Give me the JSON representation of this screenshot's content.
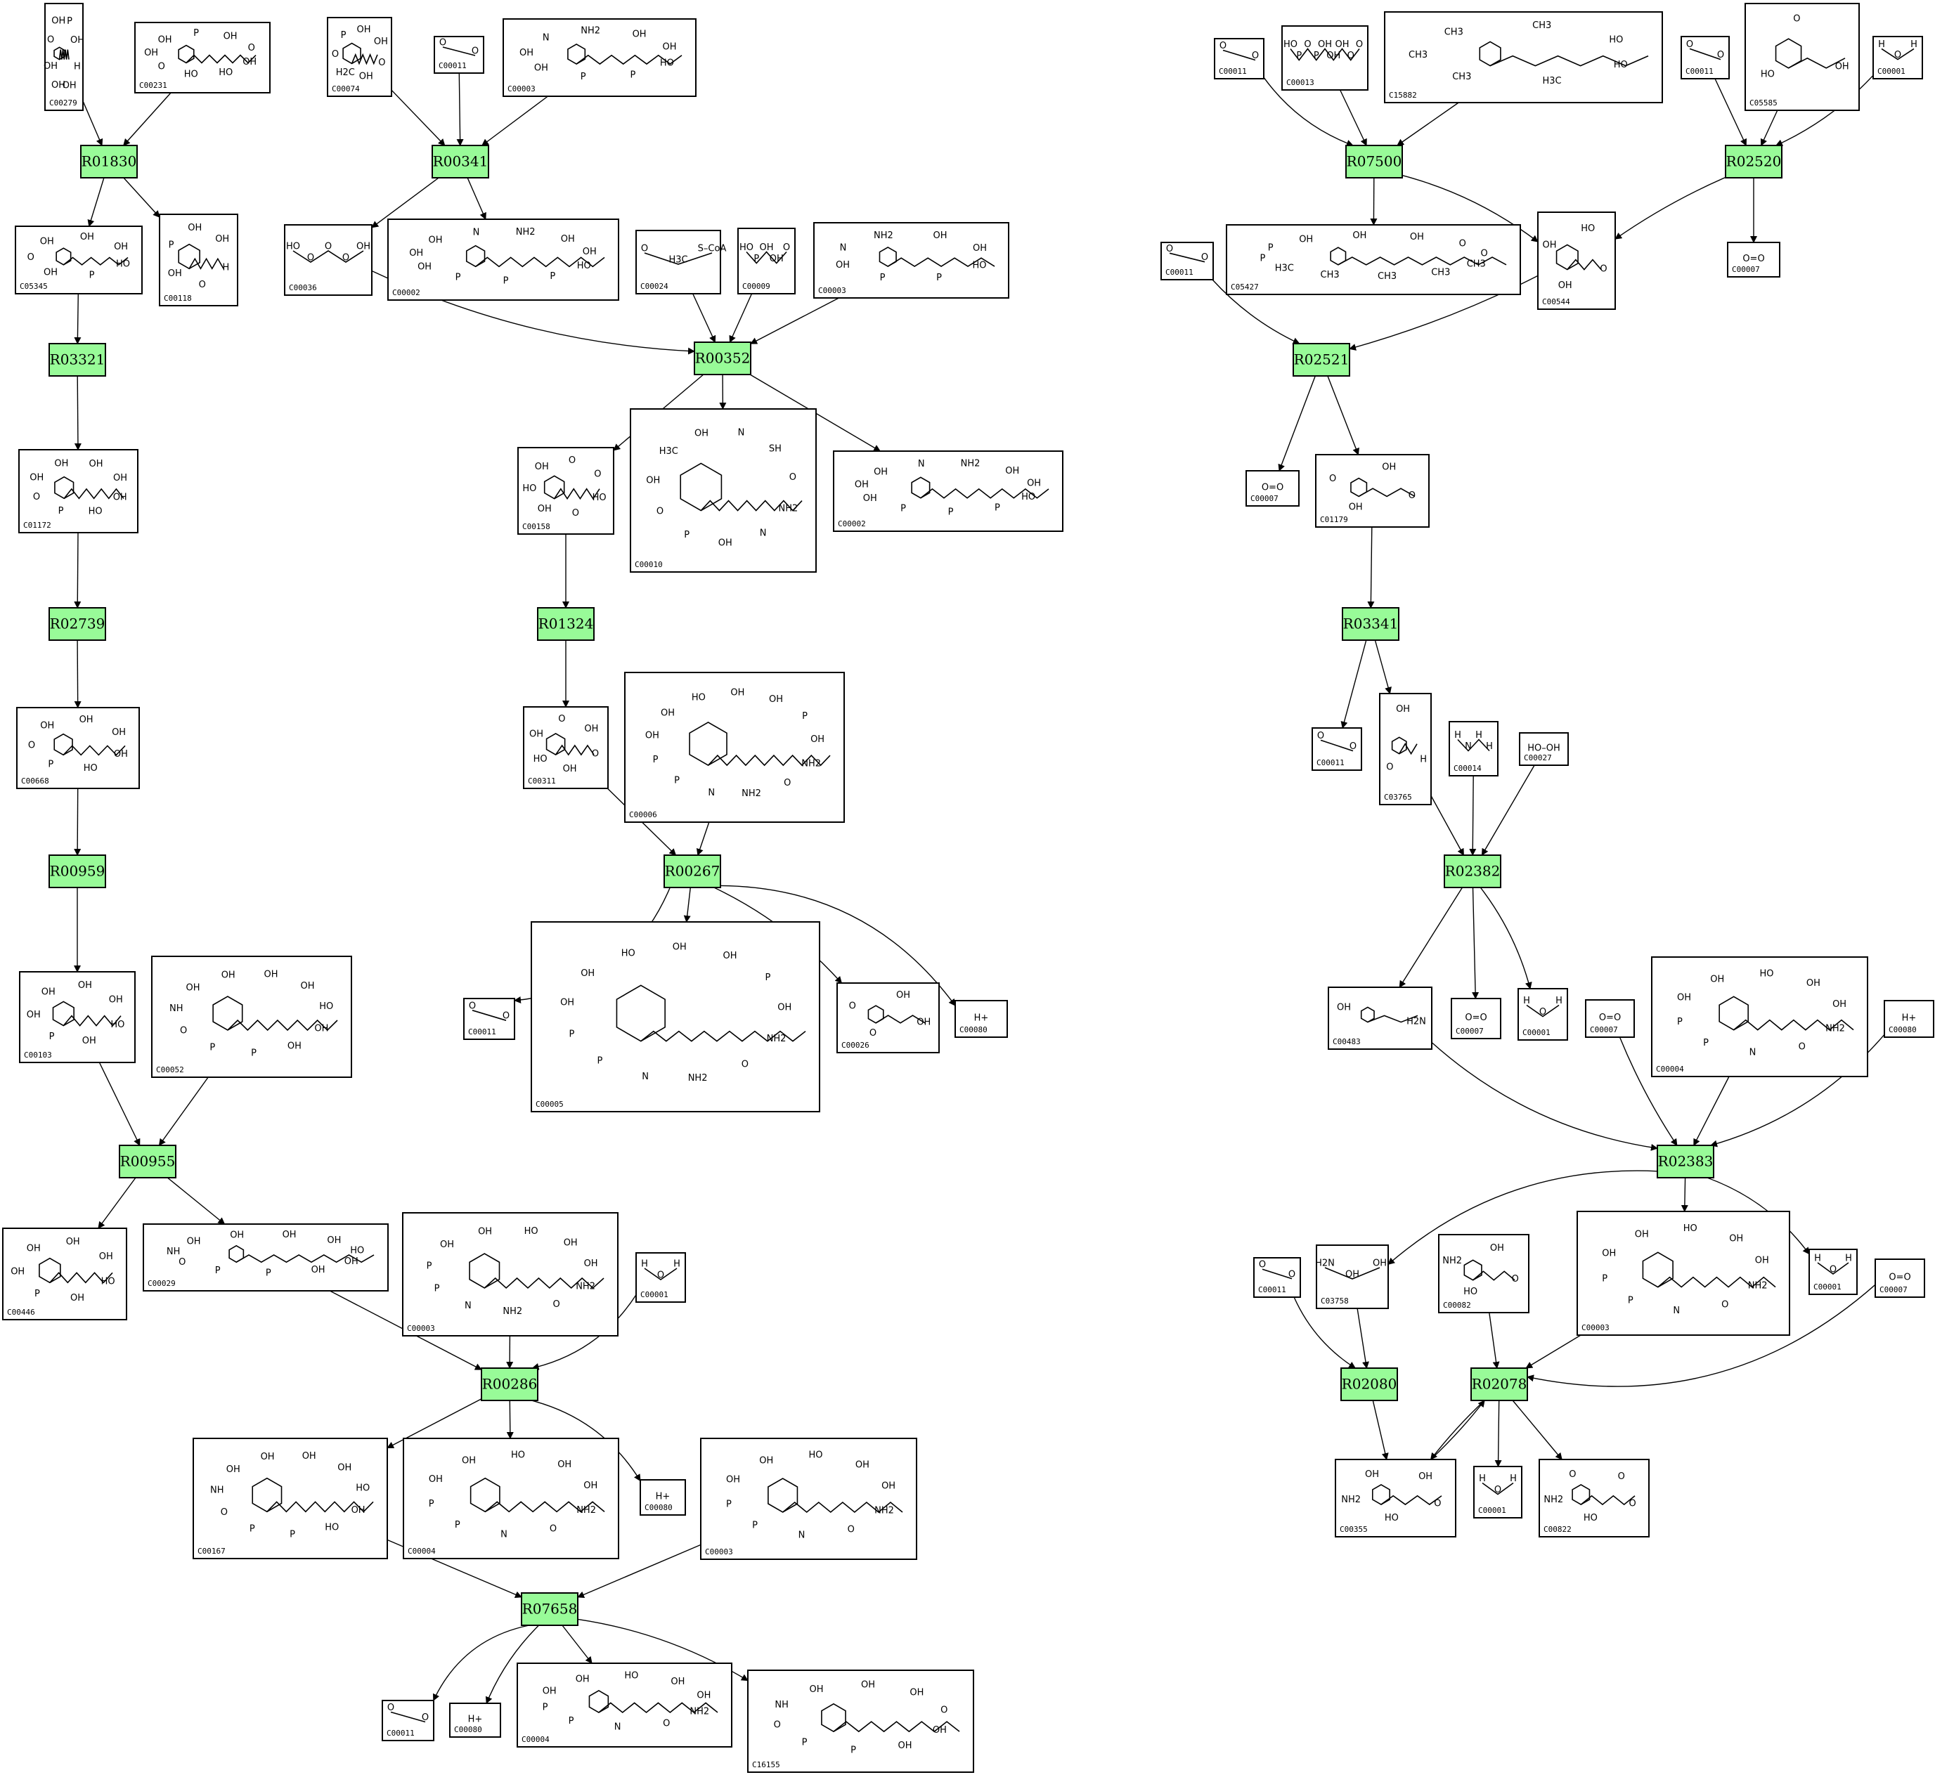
{
  "diagram": {
    "colors": {
      "reaction_fill": "#98fb98",
      "compound_fill": "#ffffff",
      "stroke": "#000000"
    },
    "reactions": [
      "R01830",
      "R03321",
      "R02739",
      "R00959",
      "R00955",
      "R00341",
      "R00352",
      "R01324",
      "R00267",
      "R00286",
      "R07658",
      "R07500",
      "R02520",
      "R02521",
      "R03341",
      "R02382",
      "R02383",
      "R02080",
      "R02078"
    ],
    "compounds": [
      {
        "id": "c279",
        "label": "C00279",
        "atoms": [
          "H",
          "OH",
          "OH",
          "OH",
          "O",
          "OH",
          "P",
          "OH"
        ]
      },
      {
        "id": "c231",
        "label": "C00231",
        "atoms": [
          "OH",
          "HO",
          "HO",
          "O",
          "OH",
          "OH",
          "P",
          "OH",
          "O"
        ]
      },
      {
        "id": "c5345",
        "label": "C05345",
        "atoms": [
          "HO",
          "P",
          "OH",
          "O",
          "OH",
          "OH",
          "OH"
        ]
      },
      {
        "id": "c118",
        "label": "C00118",
        "atoms": [
          "H",
          "O",
          "OH",
          "P",
          "OH",
          "OH"
        ]
      },
      {
        "id": "c1172",
        "label": "C01172",
        "atoms": [
          "OH",
          "HO",
          "P",
          "O",
          "OH",
          "OH",
          "OH",
          "OH"
        ]
      },
      {
        "id": "c668",
        "label": "C00668",
        "atoms": [
          "OH",
          "HO",
          "P",
          "O",
          "OH",
          "OH",
          "OH"
        ]
      },
      {
        "id": "c103",
        "label": "C00103",
        "atoms": [
          "HO",
          "OH",
          "P",
          "OH",
          "OH",
          "OH",
          "OH"
        ]
      },
      {
        "id": "c52",
        "label": "C00052",
        "atoms": [
          "OH",
          "OH",
          "P",
          "P",
          "O",
          "NH",
          "OH",
          "OH",
          "OH",
          "OH",
          "HO"
        ]
      },
      {
        "id": "c446",
        "label": "C00446",
        "atoms": [
          "HO",
          "OH",
          "P",
          "OH",
          "OH",
          "OH",
          "OH"
        ]
      },
      {
        "id": "c29",
        "label": "C00029",
        "atoms": [
          "OH",
          "OH",
          "P",
          "P",
          "O",
          "NH",
          "OH",
          "OH",
          "OH",
          "OH",
          "HO"
        ]
      },
      {
        "id": "c74",
        "label": "C00074",
        "atoms": [
          "O",
          "OH",
          "H2C",
          "O",
          "P",
          "OH",
          "OH"
        ]
      },
      {
        "id": "c11a",
        "label": "C00011",
        "atoms": [
          "O",
          "O"
        ]
      },
      {
        "id": "c3a",
        "label": "C00003",
        "atoms": [
          "HO",
          "P",
          "P",
          "OH",
          "OH",
          "N",
          "NH2",
          "OH",
          "OH"
        ]
      },
      {
        "id": "c36",
        "label": "C00036",
        "atoms": [
          "HO",
          "O",
          "O",
          "O",
          "OH"
        ]
      },
      {
        "id": "c2a",
        "label": "C00002",
        "atoms": [
          "HO",
          "P",
          "P",
          "P",
          "OH",
          "OH",
          "OH",
          "N",
          "NH2",
          "OH",
          "OH"
        ]
      },
      {
        "id": "c24",
        "label": "C00024",
        "atoms": [
          "O",
          "H3C",
          "S–CoA"
        ]
      },
      {
        "id": "c9",
        "label": "C00009",
        "atoms": [
          "HO",
          "P",
          "OH",
          "OH",
          "O"
        ]
      },
      {
        "id": "c3b",
        "label": "C00003",
        "atoms": [
          "HO",
          "P",
          "P",
          "OH",
          "N",
          "NH2",
          "OH",
          "OH"
        ]
      },
      {
        "id": "c158",
        "label": "C00158",
        "atoms": [
          "HO",
          "O",
          "OH",
          "HO",
          "OH",
          "O",
          "O"
        ]
      },
      {
        "id": "c10",
        "label": "C00010",
        "atoms": [
          "NH2",
          "N",
          "OH",
          "P",
          "O",
          "OH",
          "H3C",
          "OH",
          "N",
          "SH",
          "O"
        ]
      },
      {
        "id": "c2b",
        "label": "C00002",
        "atoms": [
          "HO",
          "P",
          "P",
          "P",
          "OH",
          "OH",
          "OH",
          "N",
          "NH2",
          "OH",
          "OH"
        ]
      },
      {
        "id": "c311",
        "label": "C00311",
        "atoms": [
          "O",
          "OH",
          "HO",
          "OH",
          "O",
          "OH"
        ]
      },
      {
        "id": "c6",
        "label": "C00006",
        "atoms": [
          "NH2",
          "O",
          "NH2",
          "N",
          "P",
          "P",
          "OH",
          "OH",
          "HO",
          "OH",
          "OH",
          "P",
          "OH"
        ]
      },
      {
        "id": "c11b",
        "label": "C00011",
        "atoms": [
          "O",
          "O"
        ]
      },
      {
        "id": "c5",
        "label": "C00005",
        "atoms": [
          "NH2",
          "O",
          "NH2",
          "N",
          "P",
          "P",
          "OH",
          "OH",
          "HO",
          "OH",
          "OH",
          "P",
          "OH"
        ]
      },
      {
        "id": "c26",
        "label": "C00026",
        "atoms": [
          "OH",
          "O",
          "O",
          "OH"
        ]
      },
      {
        "id": "c80a",
        "label": "C00080",
        "atoms": [
          "H+"
        ]
      },
      {
        "id": "c3c",
        "label": "C00003",
        "atoms": [
          "NH2",
          "O",
          "NH2",
          "N",
          "P",
          "P",
          "OH",
          "OH",
          "HO",
          "OH",
          "OH"
        ]
      },
      {
        "id": "c1a",
        "label": "C00001",
        "atoms": [
          "H",
          "O",
          "H"
        ]
      },
      {
        "id": "c167",
        "label": "C00167",
        "atoms": [
          "OH",
          "HO",
          "P",
          "P",
          "O",
          "NH",
          "OH",
          "OH",
          "OH",
          "OH",
          "HO"
        ]
      },
      {
        "id": "c4a",
        "label": "C00004",
        "atoms": [
          "NH2",
          "O",
          "N",
          "P",
          "P",
          "OH",
          "OH",
          "HO",
          "OH",
          "OH"
        ]
      },
      {
        "id": "c80b",
        "label": "C00080",
        "atoms": [
          "H+"
        ]
      },
      {
        "id": "c3d",
        "label": "C00003",
        "atoms": [
          "NH2",
          "O",
          "N",
          "P",
          "P",
          "OH",
          "OH",
          "HO",
          "OH",
          "OH"
        ]
      },
      {
        "id": "c11c",
        "label": "C00011",
        "atoms": [
          "O",
          "O"
        ]
      },
      {
        "id": "c80c",
        "label": "C00080",
        "atoms": [
          "H+"
        ]
      },
      {
        "id": "c4b",
        "label": "C00004",
        "atoms": [
          "NH2",
          "O",
          "N",
          "P",
          "P",
          "OH",
          "OH",
          "HO",
          "OH",
          "OH"
        ]
      },
      {
        "id": "c16155",
        "label": "C16155",
        "atoms": [
          "OH",
          "OH",
          "P",
          "P",
          "O",
          "NH",
          "OH",
          "OH",
          "OH",
          "O"
        ]
      },
      {
        "id": "c11d",
        "label": "C00011",
        "atoms": [
          "O",
          "O"
        ]
      },
      {
        "id": "c13",
        "label": "C00013",
        "atoms": [
          "HO",
          "P",
          "O",
          "P",
          "OH",
          "OH",
          "OH",
          "O",
          "O"
        ]
      },
      {
        "id": "c15882",
        "label": "C15882",
        "atoms": [
          "HO",
          "H3C",
          "CH3",
          "CH3",
          "CH3",
          "CH3",
          "HO"
        ]
      },
      {
        "id": "c11e",
        "label": "C00011",
        "atoms": [
          "O",
          "O"
        ]
      },
      {
        "id": "c5585",
        "label": "C05585",
        "atoms": [
          "OH",
          "HO",
          "O"
        ]
      },
      {
        "id": "c1b",
        "label": "C00001",
        "atoms": [
          "H",
          "O",
          "H"
        ]
      },
      {
        "id": "c5427",
        "label": "C05427",
        "atoms": [
          "CH3",
          "CH3",
          "CH3",
          "CH3",
          "H3C",
          "P",
          "P",
          "OH",
          "OH",
          "OH",
          "O",
          "O"
        ]
      },
      {
        "id": "c11f",
        "label": "C00011",
        "atoms": [
          "O",
          "O"
        ]
      },
      {
        "id": "c7a",
        "label": "C00007",
        "atoms": [
          "O=O"
        ]
      },
      {
        "id": "c544",
        "label": "C00544",
        "atoms": [
          "O",
          "OH",
          "OH",
          "HO"
        ]
      },
      {
        "id": "c7b",
        "label": "C00007",
        "atoms": [
          "O=O"
        ]
      },
      {
        "id": "c1179",
        "label": "C01179",
        "atoms": [
          "O",
          "OH",
          "O",
          "OH"
        ]
      },
      {
        "id": "c11g",
        "label": "C00011",
        "atoms": [
          "O",
          "O"
        ]
      },
      {
        "id": "c3765",
        "label": "C03765",
        "atoms": [
          "H",
          "O",
          "OH"
        ]
      },
      {
        "id": "c14",
        "label": "C00014",
        "atoms": [
          "H",
          "N",
          "H",
          "H"
        ]
      },
      {
        "id": "c27",
        "label": "C00027",
        "atoms": [
          "HO–OH"
        ]
      },
      {
        "id": "c483",
        "label": "C00483",
        "atoms": [
          "H2N",
          "OH"
        ]
      },
      {
        "id": "c7c",
        "label": "C00007",
        "atoms": [
          "O=O"
        ]
      },
      {
        "id": "c1c",
        "label": "C00001",
        "atoms": [
          "H",
          "O",
          "H"
        ]
      },
      {
        "id": "c7d",
        "label": "C00007",
        "atoms": [
          "O=O"
        ]
      },
      {
        "id": "c4c",
        "label": "C00004",
        "atoms": [
          "NH2",
          "O",
          "N",
          "P",
          "P",
          "OH",
          "OH",
          "HO",
          "OH",
          "OH"
        ]
      },
      {
        "id": "c80d",
        "label": "C00080",
        "atoms": [
          "H+"
        ]
      },
      {
        "id": "c11h",
        "label": "C00011",
        "atoms": [
          "O",
          "O"
        ]
      },
      {
        "id": "c3758",
        "label": "C03758",
        "atoms": [
          "H2N",
          "OH",
          "OH"
        ]
      },
      {
        "id": "c82",
        "label": "C00082",
        "atoms": [
          "O",
          "HO",
          "NH2",
          "OH"
        ]
      },
      {
        "id": "c3e",
        "label": "C00003",
        "atoms": [
          "NH2",
          "O",
          "N",
          "P",
          "P",
          "OH",
          "OH",
          "HO",
          "OH",
          "OH"
        ]
      },
      {
        "id": "c1d",
        "label": "C00001",
        "atoms": [
          "H",
          "O",
          "H"
        ]
      },
      {
        "id": "c7e",
        "label": "C00007",
        "atoms": [
          "O=O"
        ]
      },
      {
        "id": "c355",
        "label": "C00355",
        "atoms": [
          "O",
          "HO",
          "NH2",
          "OH",
          "OH"
        ]
      },
      {
        "id": "c1e",
        "label": "C00001",
        "atoms": [
          "H",
          "O",
          "H"
        ]
      },
      {
        "id": "c822",
        "label": "C00822",
        "atoms": [
          "O",
          "HO",
          "NH2",
          "O",
          "O"
        ]
      }
    ]
  }
}
